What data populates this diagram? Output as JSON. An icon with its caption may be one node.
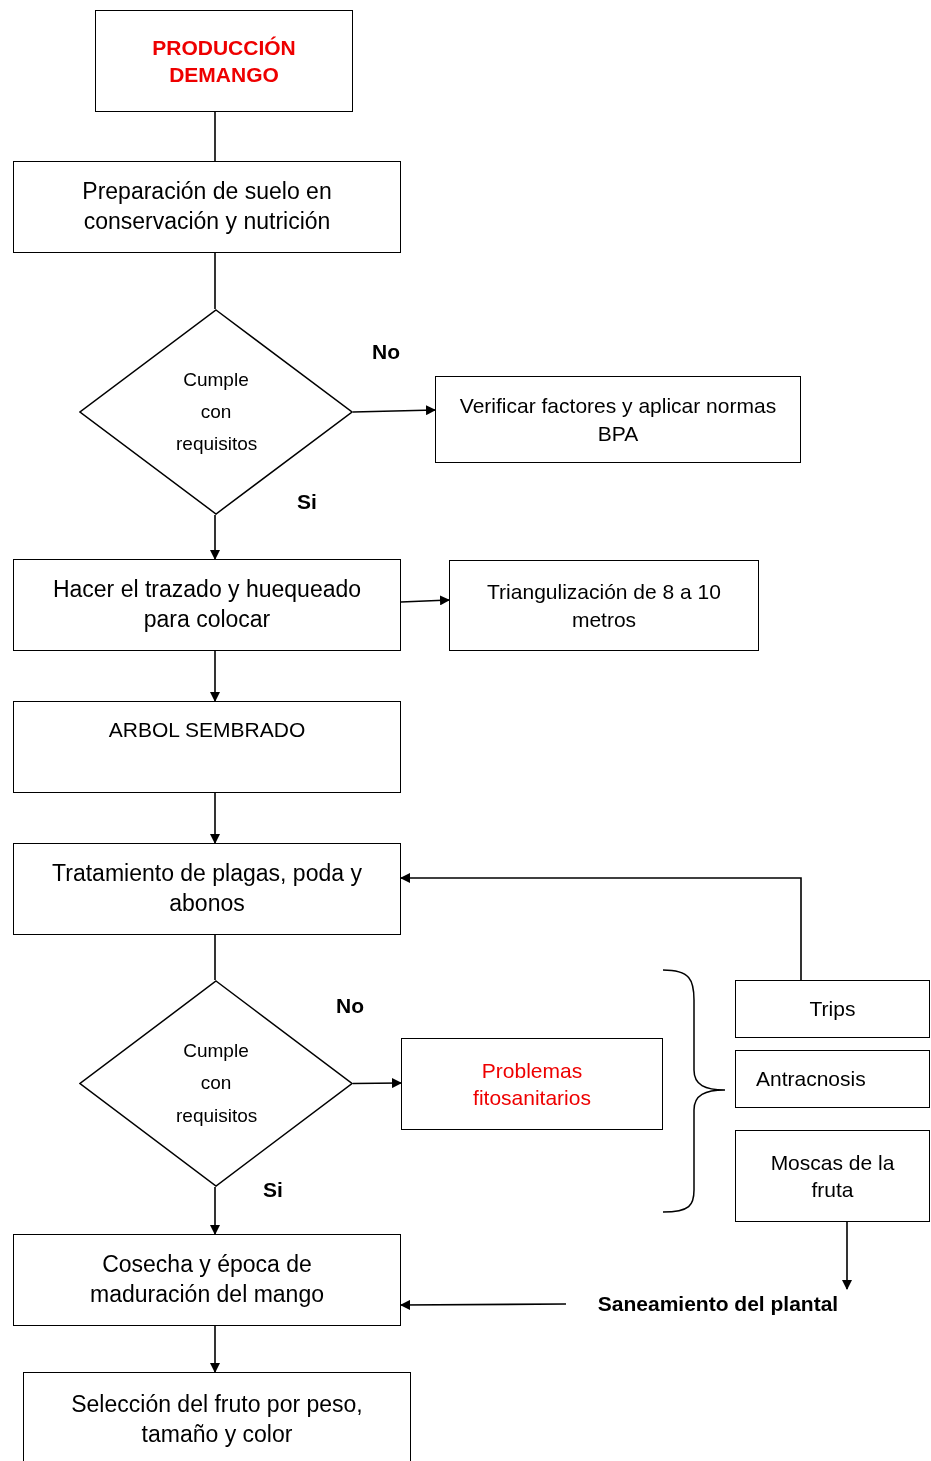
{
  "diagram": {
    "nodes": [
      {
        "text": [
          "PRODUCCIÓN DEMANGO"
        ]
      },
      {
        "text": [
          "Preparación de suelo en conservación y nutrición"
        ]
      },
      {
        "text": [
          "Cumple con requisitos"
        ]
      },
      {
        "text": [
          "Verificar factores y aplicar normas BPA"
        ]
      },
      {
        "text": [
          "Hacer el trazado y huequeado para colocar"
        ]
      },
      {
        "text": [
          "Triangulización de 8 a 10 metros"
        ]
      },
      {
        "text": [
          "ARBOL  SEMBRADO"
        ]
      },
      {
        "text": [
          "Tratamiento de plagas, poda y abonos"
        ]
      },
      {
        "text": [
          "Cumple con requisitos"
        ]
      },
      {
        "text": [
          "Problemas fitosanitarios"
        ]
      },
      {
        "text": [
          "Trips"
        ]
      },
      {
        "text": [
          "Antracnosis"
        ]
      },
      {
        "text": [
          "Moscas de la fruta"
        ]
      },
      {
        "text": [
          "Cosecha y época de maduración del mango"
        ]
      },
      {
        "text": [
          "Selección del fruto por peso, tamaño y color"
        ]
      },
      {
        "text": [
          "Saneamiento del plantal"
        ]
      }
    ],
    "edges": [
      {
        "from": 0,
        "to": 1,
        "arrow": "none"
      },
      {
        "from": 1,
        "to": 2,
        "arrow": "none"
      },
      {
        "from": 2,
        "to": 3,
        "arrow": "to",
        "label": "No"
      },
      {
        "from": 2,
        "to": 4,
        "arrow": "to",
        "label": "Si"
      },
      {
        "from": 4,
        "to": 5,
        "arrow": "to"
      },
      {
        "from": 4,
        "to": 6,
        "arrow": "to"
      },
      {
        "from": 6,
        "to": 7,
        "arrow": "to"
      },
      {
        "from": 10,
        "to": 7,
        "arrow": "to"
      },
      {
        "from": 7,
        "to": 8,
        "arrow": "none"
      },
      {
        "from": 8,
        "to": 9,
        "arrow": "to",
        "label": "No"
      },
      {
        "from": 8,
        "to": 13,
        "arrow": "to",
        "label": "Si"
      },
      {
        "from": 12,
        "to": 15,
        "arrow": "to"
      },
      {
        "from": 15,
        "to": 13,
        "arrow": "to"
      },
      {
        "from": 13,
        "to": 14,
        "arrow": "to"
      }
    ]
  }
}
